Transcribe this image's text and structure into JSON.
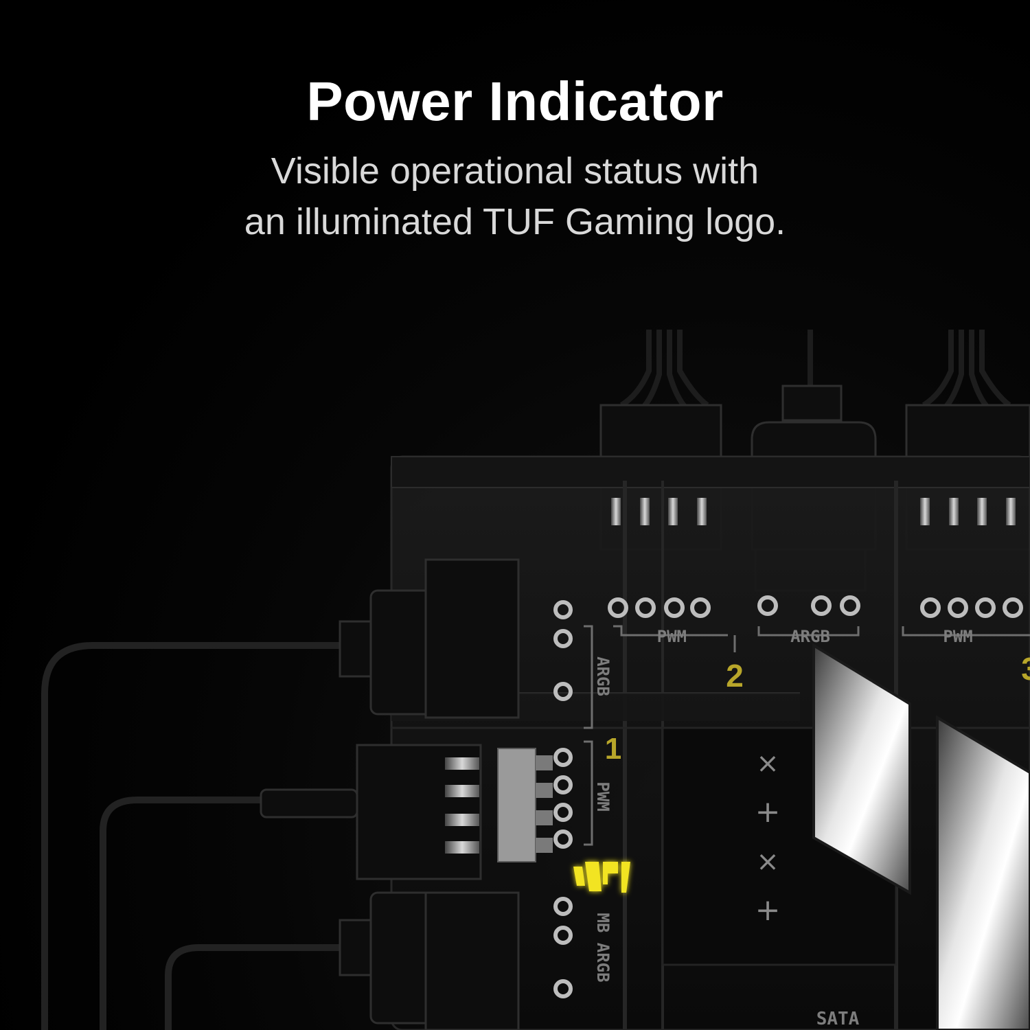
{
  "header": {
    "title": "Power Indicator",
    "subtitle_line1": "Visible operational status with",
    "subtitle_line2": "an illuminated TUF Gaming logo."
  },
  "board": {
    "labels": {
      "argb_side": "ARGB",
      "pwm_side": "PWM",
      "mb_argb": "MB ARGB",
      "pwm_top_2": "PWM",
      "argb_top": "ARGB",
      "pwm_top_3": "PWM",
      "sata": "SATA"
    },
    "port_numbers": {
      "one": "1",
      "two": "2",
      "three": "3"
    },
    "markings": [
      "×",
      "+",
      "×",
      "+"
    ]
  },
  "colors": {
    "background": "#000000",
    "title": "#ffffff",
    "subtitle": "#d9d9d9",
    "logo_glow": "#f2e422",
    "port_number": "#b8a62a"
  },
  "icons": {
    "logo": "tuf-gaming-logo-icon"
  }
}
